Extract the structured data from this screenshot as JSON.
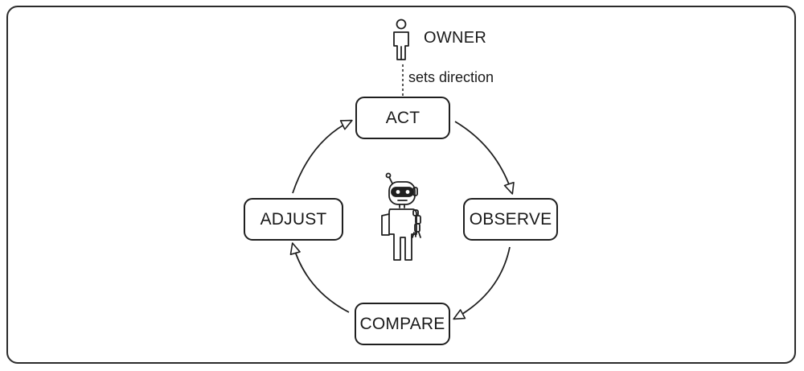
{
  "owner": {
    "label": "OWNER",
    "icon": "person-icon"
  },
  "owner_link": {
    "label": "sets direction"
  },
  "cycle": {
    "nodes": [
      {
        "id": "act",
        "label": "ACT"
      },
      {
        "id": "observe",
        "label": "OBSERVE"
      },
      {
        "id": "compare",
        "label": "COMPARE"
      },
      {
        "id": "adjust",
        "label": "ADJUST"
      }
    ],
    "direction": "clockwise",
    "center_icon": "robot-icon"
  },
  "colors": {
    "stroke": "#1f1f1f",
    "background": "#ffffff"
  }
}
